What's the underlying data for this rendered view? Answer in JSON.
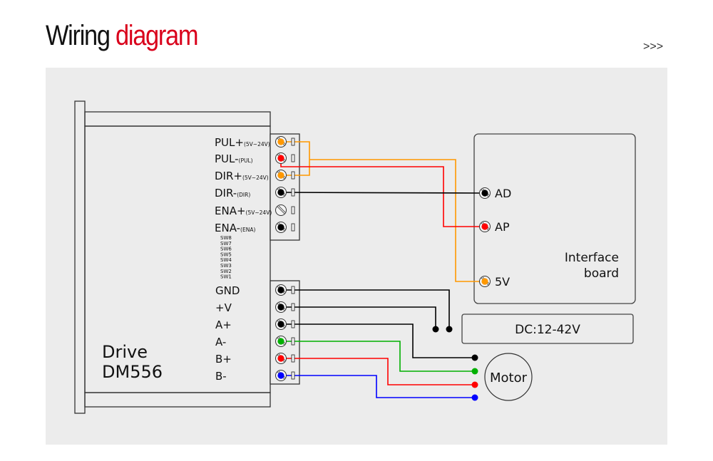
{
  "header": {
    "title_part1": "Wiring",
    "title_part2": "diagram",
    "more_link": ">>>",
    "accent_color": "#d9001b"
  },
  "driver": {
    "label_line1": "Drive",
    "label_line2": "DM556",
    "signal_terminals": [
      {
        "name": "PUL+",
        "sub": "(5V~24V)",
        "color": "#ff9800"
      },
      {
        "name": "PUL-",
        "sub": "(PUL)",
        "color": "#ff0000"
      },
      {
        "name": "DIR+",
        "sub": "(5V~24V)",
        "color": "#ff9800"
      },
      {
        "name": "DIR-",
        "sub": "(DIR)",
        "color": "#000000"
      },
      {
        "name": "ENA+",
        "sub": "(5V~24V)",
        "color": "none"
      },
      {
        "name": "ENA-",
        "sub": "(ENA)",
        "color": "#000000"
      }
    ],
    "switches": [
      "SW8",
      "SW7",
      "SW6",
      "SW5",
      "SW4",
      "SW3",
      "SW2",
      "SW1"
    ],
    "power_terminals": [
      {
        "name": "GND",
        "color": "#000000"
      },
      {
        "name": "+V",
        "color": "#000000"
      },
      {
        "name": "A+",
        "color": "#000000"
      },
      {
        "name": "A-",
        "color": "#00b000"
      },
      {
        "name": "B+",
        "color": "#ff0000"
      },
      {
        "name": "B-",
        "color": "#0000ff"
      }
    ]
  },
  "interface_board": {
    "label_line1": "Interface",
    "label_line2": "board",
    "pins": [
      {
        "name": "AD",
        "color": "#000000"
      },
      {
        "name": "AP",
        "color": "#ff0000"
      },
      {
        "name": "5V",
        "color": "#ff9800"
      }
    ]
  },
  "power_supply": {
    "label": "DC:12-42V"
  },
  "motor": {
    "label": "Motor"
  }
}
